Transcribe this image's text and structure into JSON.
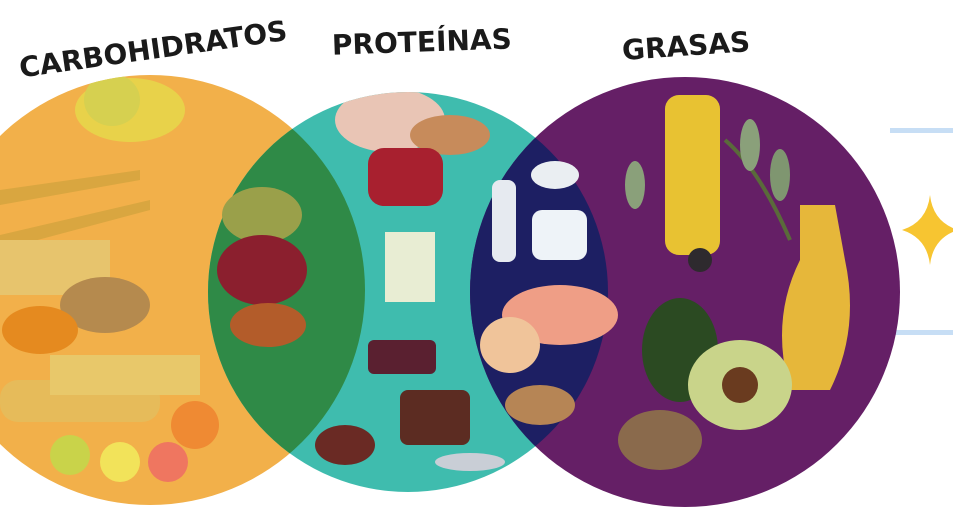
{
  "groups": [
    {
      "id": "carbohidratos",
      "label": "CARBOHIDRATOS",
      "color": "#f2b04a"
    },
    {
      "id": "proteinas",
      "label": "PROTEÍNAS",
      "color": "#3fbcae"
    },
    {
      "id": "grasas",
      "label": "GRASAS",
      "color": "#651f66"
    }
  ],
  "overlaps": {
    "carb_prot": "#2f8a47",
    "prot_gras": "#1d1f63"
  },
  "decor": {
    "sparkle_color": "#f7c531",
    "line_color": "#c7def5"
  }
}
